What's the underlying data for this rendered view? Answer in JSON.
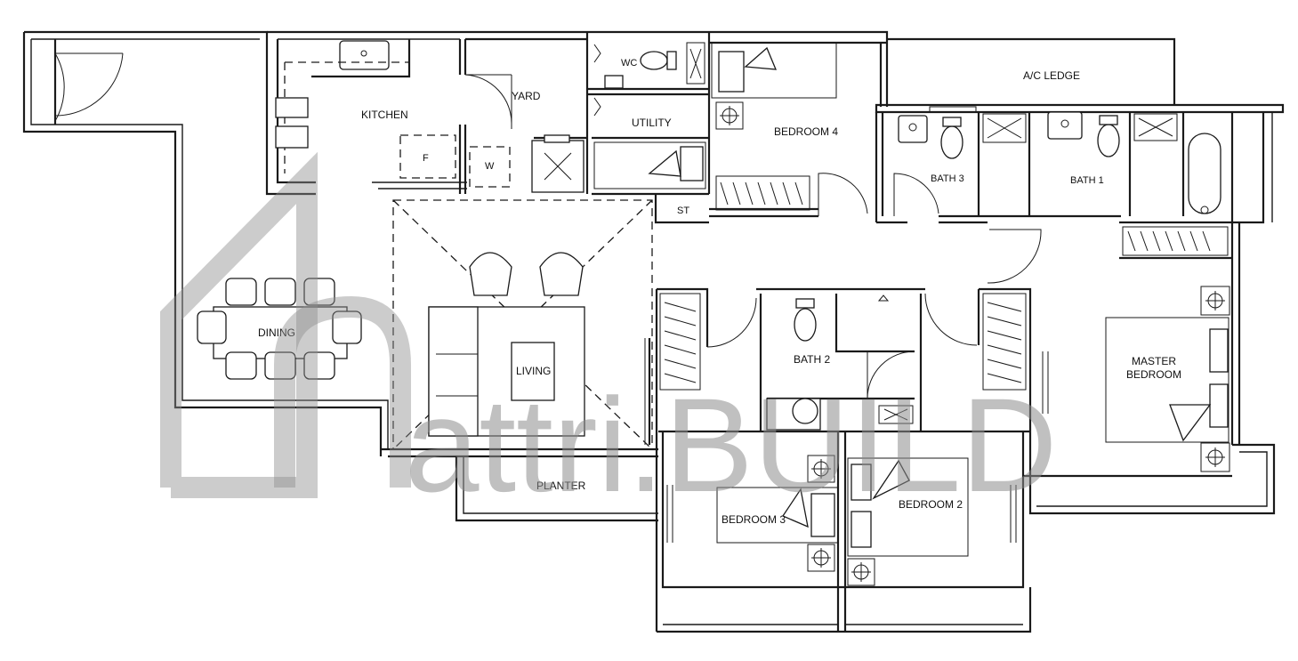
{
  "rooms": {
    "kitchen": "KITCHEN",
    "yard": "YARD",
    "wc": "WC",
    "utility": "UTILITY",
    "bedroom4": "BEDROOM 4",
    "ac_ledge": "A/C LEDGE",
    "bath3": "BATH 3",
    "bath1": "BATH 1",
    "dining": "DINING",
    "living": "LIVING",
    "st": "ST",
    "bath2": "BATH 2",
    "master_line1": "MASTER",
    "master_line2": "BEDROOM",
    "planter": "PLANTER",
    "bedroom3": "BEDROOM 3",
    "bedroom2": "BEDROOM 2"
  },
  "fixtures": {
    "fridge": "F",
    "washer": "W"
  },
  "watermark": {
    "text": "attri.BUILD",
    "color": "#8d8d8d"
  }
}
